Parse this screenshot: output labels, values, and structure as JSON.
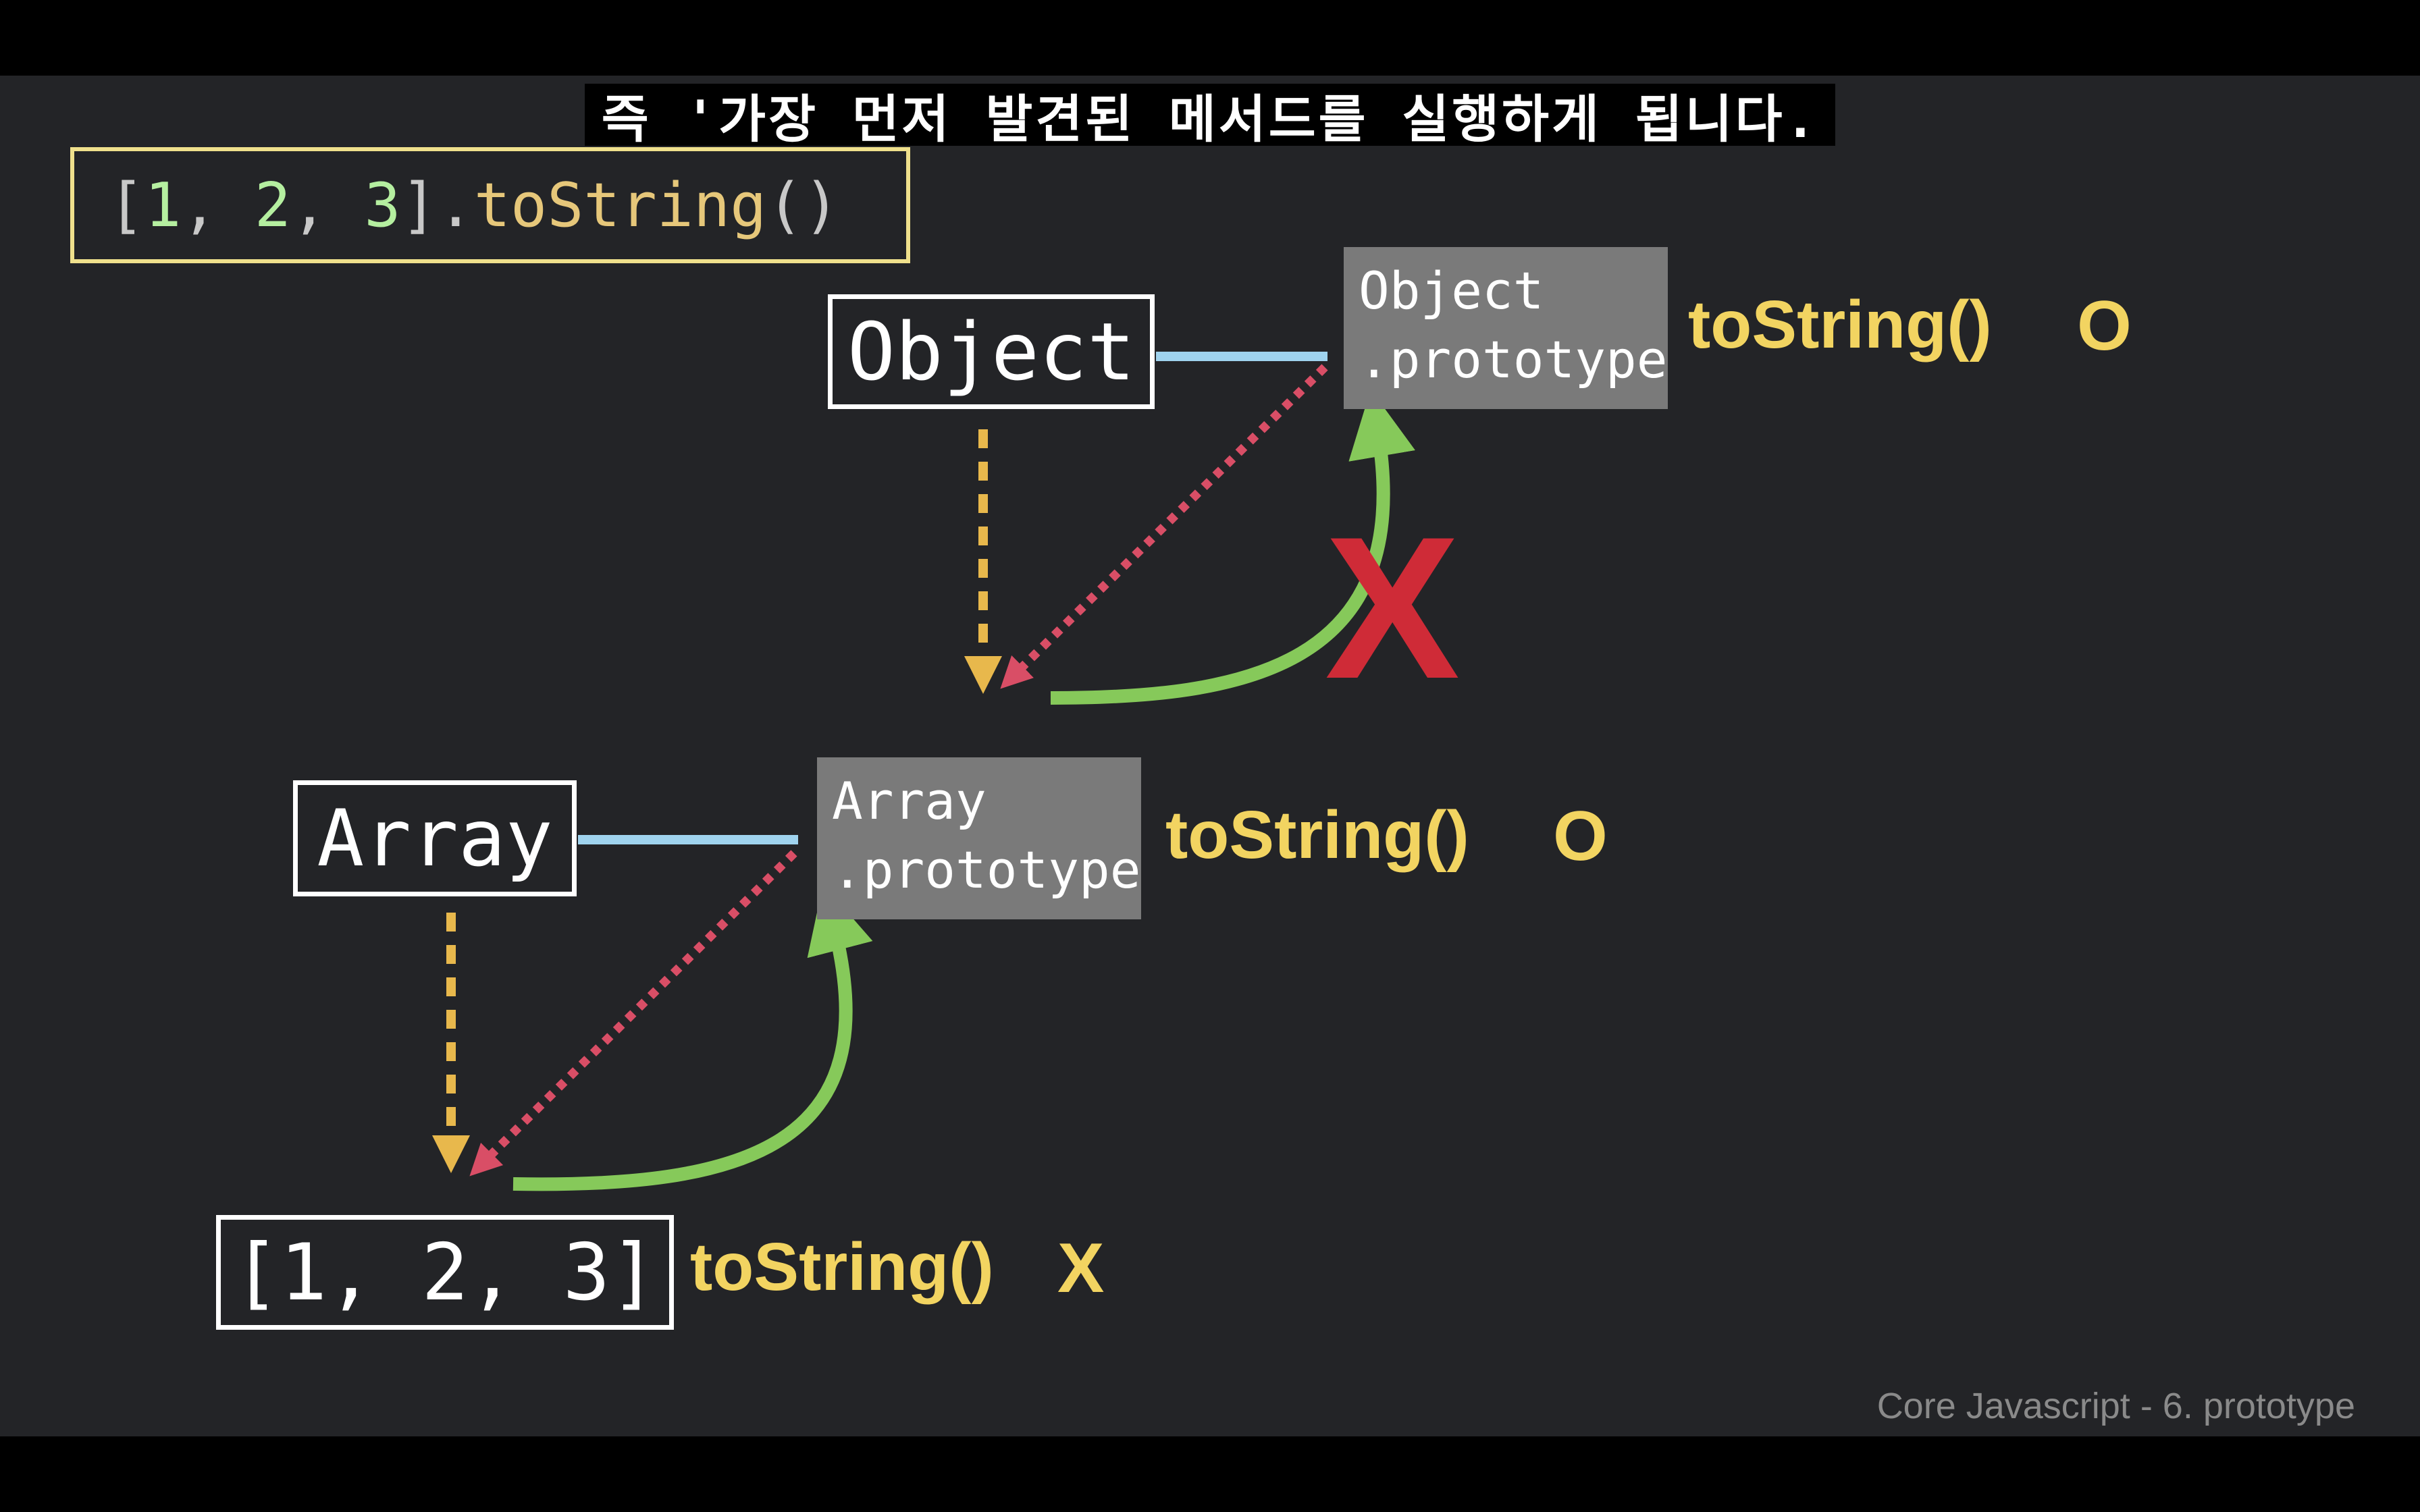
{
  "subtitle": "즉 '가장 먼저 발견된 메서드를 실행하게 됩니다.",
  "code": {
    "bracket_open": "[",
    "n1": "1",
    "sep1": ", ",
    "n2": "2",
    "sep2": ", ",
    "n3": "3",
    "bracket_close": "]",
    "dot": ".",
    "method": "toString",
    "parens": "()"
  },
  "nodes": {
    "object": {
      "label": "Object",
      "prototype_line1": "Object",
      "prototype_line2": ".prototype",
      "method": "toString()",
      "mark": "O"
    },
    "array": {
      "label": "Array",
      "prototype_line1": "Array",
      "prototype_line2": ".prototype",
      "method": "toString()",
      "mark": "O"
    },
    "instance": {
      "label": "[1, 2, 3]",
      "method": "toString()",
      "mark": "X"
    }
  },
  "blocked_mark": "X",
  "footer": "Core Javascript - 6. prototype",
  "colors": {
    "background": "#232427",
    "constructor_link": "#9fd3ee",
    "instance_arrow": "#e8b84c",
    "proto_link": "#d94e66",
    "lookup_arrow": "#86c95a",
    "blocked": "#cf2b37",
    "method_text": "#f2d461"
  }
}
